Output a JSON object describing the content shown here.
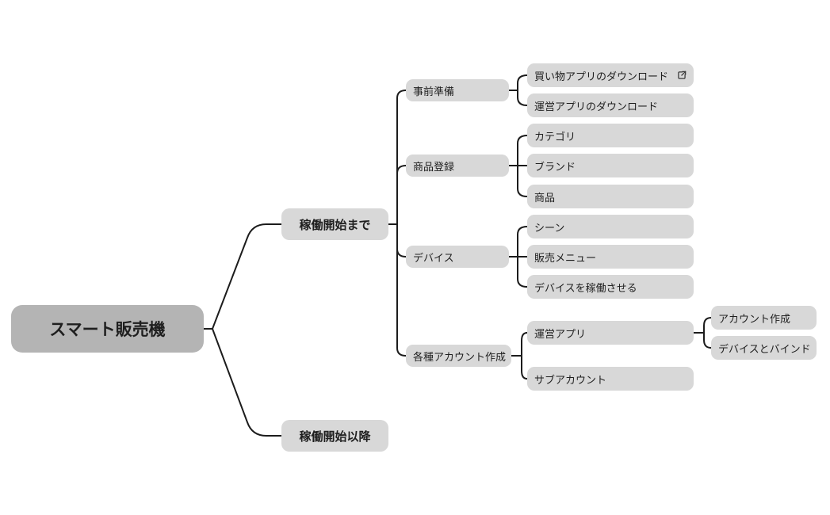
{
  "diagram_type": "mindmap",
  "colors": {
    "background": "#ffffff",
    "root_fill": "#b4b4b4",
    "node_fill": "#d8d8d8",
    "connector": "#1c1c1c",
    "text": "#1f1f1f"
  },
  "nodes": {
    "root": {
      "label": "スマート販売機"
    },
    "before_start": {
      "label": "稼働開始まで"
    },
    "after_start": {
      "label": "稼働開始以降"
    },
    "preparation": {
      "label": "事前準備"
    },
    "product_reg": {
      "label": "商品登録"
    },
    "device": {
      "label": "デバイス"
    },
    "accounts": {
      "label": "各種アカウント作成"
    },
    "shopping_app": {
      "label": "買い物アプリのダウンロード",
      "icon": "external-link-icon"
    },
    "management_app_dl": {
      "label": "運営アプリのダウンロード"
    },
    "category": {
      "label": "カテゴリ"
    },
    "brand": {
      "label": "ブランド"
    },
    "product": {
      "label": "商品"
    },
    "scene": {
      "label": "シーン"
    },
    "sales_menu": {
      "label": "販売メニュー"
    },
    "operate_device": {
      "label": "デバイスを稼働させる"
    },
    "management_app": {
      "label": "運営アプリ"
    },
    "sub_account": {
      "label": "サブアカウント"
    },
    "account_create": {
      "label": "アカウント作成"
    },
    "device_bind": {
      "label": "デバイスとバインド"
    }
  },
  "hierarchy": {
    "root": {
      "before_start": {
        "preparation": [
          "shopping_app",
          "management_app_dl"
        ],
        "product_reg": [
          "category",
          "brand",
          "product"
        ],
        "device": [
          "scene",
          "sales_menu",
          "operate_device"
        ],
        "accounts": {
          "management_app": [
            "account_create",
            "device_bind"
          ],
          "sub_account": []
        }
      },
      "after_start": {}
    }
  }
}
